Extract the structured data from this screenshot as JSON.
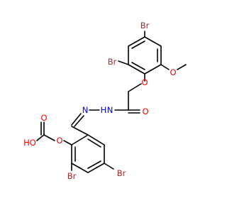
{
  "molecule": {
    "colors": {
      "bond": "#000000",
      "bromine": "#a52a2a",
      "oxygen": "#ff0000",
      "nitrogen": "#0000ff",
      "hydrogen_on_oxygen": "#ff0000"
    },
    "labels": {
      "br_top": "Br",
      "br_left": "Br",
      "o_methoxy": "O",
      "o_ether_top": "O",
      "o_carbonyl_amide": "O",
      "nh_amide": "N",
      "h_amide": "H",
      "n_imine": "N",
      "o_ether_bottom": "O",
      "o_carbonyl_acid": "O",
      "oh_acid": "HO",
      "br_bottom_left": "Br",
      "br_bottom_right": "Br"
    }
  }
}
